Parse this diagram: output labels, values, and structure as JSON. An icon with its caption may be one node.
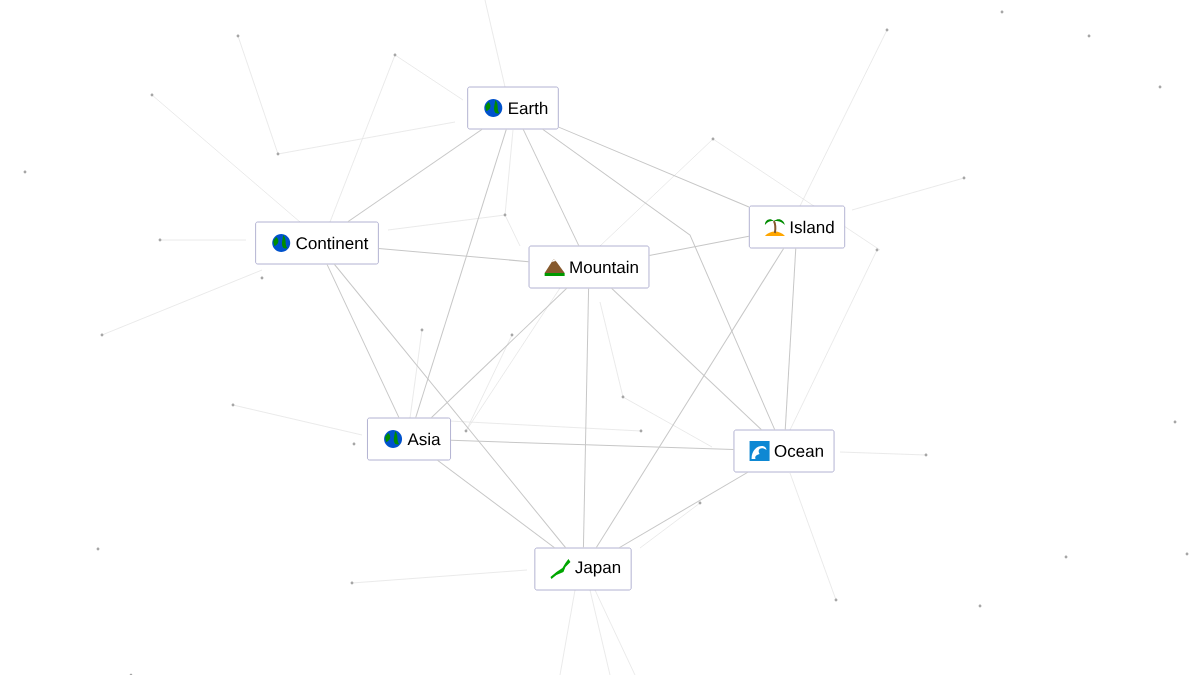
{
  "diagram": {
    "nodes": [
      {
        "text": [
          "Earth"
        ]
      },
      {
        "text": [
          "Continent"
        ]
      },
      {
        "text": [
          "Mountain"
        ]
      },
      {
        "text": [
          "Island"
        ]
      },
      {
        "text": [
          "Asia"
        ]
      },
      {
        "text": [
          "Ocean"
        ]
      },
      {
        "text": [
          "Japan"
        ]
      }
    ],
    "edges": [
      {
        "from": 0,
        "to": 1,
        "arrow": "none"
      },
      {
        "from": 0,
        "to": 2,
        "arrow": "none"
      },
      {
        "from": 0,
        "to": 3,
        "arrow": "none"
      },
      {
        "from": 0,
        "to": 4,
        "arrow": "none"
      },
      {
        "from": 0,
        "to": 5,
        "arrow": "none"
      },
      {
        "from": 1,
        "to": 2,
        "arrow": "none"
      },
      {
        "from": 1,
        "to": 4,
        "arrow": "none"
      },
      {
        "from": 1,
        "to": 6,
        "arrow": "none"
      },
      {
        "from": 2,
        "to": 3,
        "arrow": "none"
      },
      {
        "from": 2,
        "to": 4,
        "arrow": "none"
      },
      {
        "from": 2,
        "to": 5,
        "arrow": "none"
      },
      {
        "from": 2,
        "to": 6,
        "arrow": "none"
      },
      {
        "from": 3,
        "to": 5,
        "arrow": "none"
      },
      {
        "from": 3,
        "to": 6,
        "arrow": "none"
      },
      {
        "from": 4,
        "to": 6,
        "arrow": "none"
      },
      {
        "from": 4,
        "to": 5,
        "arrow": "none"
      },
      {
        "from": 5,
        "to": 6,
        "arrow": "none"
      }
    ]
  }
}
